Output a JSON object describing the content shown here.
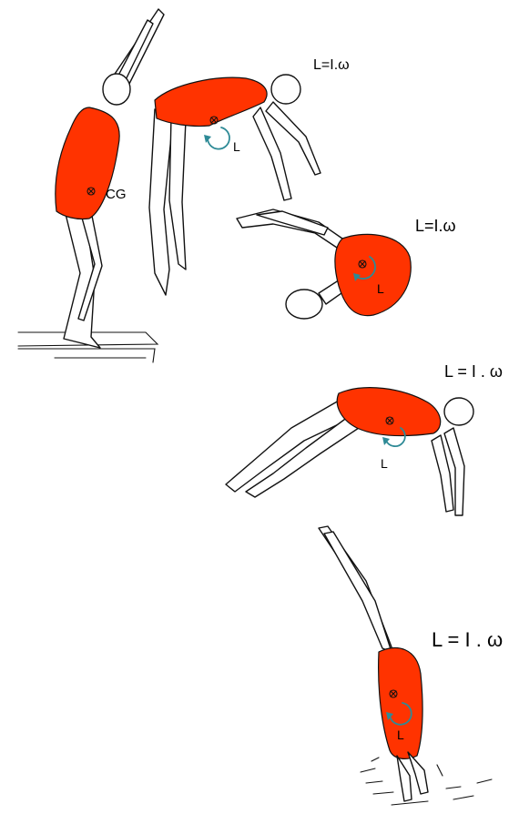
{
  "labels": {
    "cg": "CG",
    "l": "L",
    "formula_1": "L=I.ω",
    "formula_2": "L=I.ω",
    "formula_3": "L = I . ω",
    "formula_4": "L = I . ω"
  },
  "colors": {
    "swimsuit": "#ff3300",
    "rotation_arrow": "#2e8a96",
    "outline": "#111111"
  },
  "icons": {
    "center_of_mass": "circled-x-icon",
    "rotation": "curved-arrow-icon"
  }
}
